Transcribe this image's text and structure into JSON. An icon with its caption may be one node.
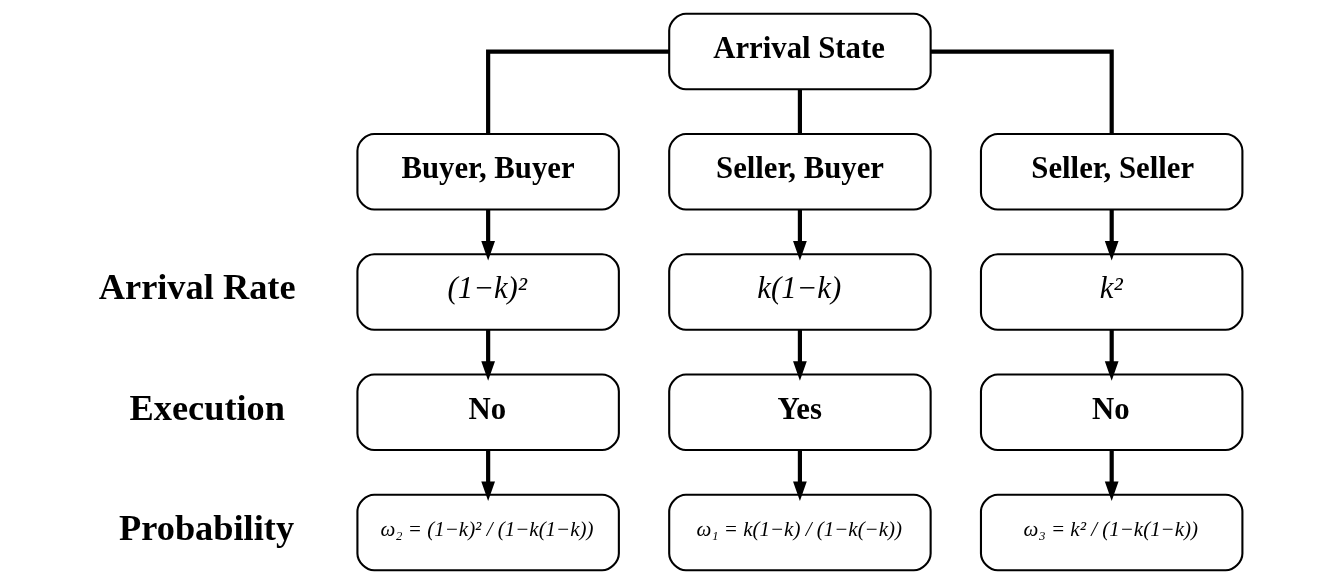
{
  "diagram": {
    "nodes": [
      {
        "text": [
          "Arrival State"
        ]
      },
      {
        "text": [
          "Buyer, Buyer"
        ]
      },
      {
        "text": [
          "Seller, Buyer"
        ]
      },
      {
        "text": [
          "Seller, Seller"
        ]
      },
      {
        "text": [
          "(1−k)²"
        ]
      },
      {
        "text": [
          "k(1−k)"
        ]
      },
      {
        "text": [
          "k²"
        ]
      },
      {
        "text": [
          "No"
        ]
      },
      {
        "text": [
          "Yes"
        ]
      },
      {
        "text": [
          "No"
        ]
      },
      {
        "text": [
          "ω₂ = (1−k)² / (1−k(1−k))"
        ]
      },
      {
        "text": [
          "ω₁ = k(1−k) / (1−k(−k))"
        ]
      },
      {
        "text": [
          "ω₃ = k² / (1−k(1−k))"
        ]
      }
    ],
    "edges": [
      {
        "from": 0,
        "to": 1,
        "arrow": "none"
      },
      {
        "from": 0,
        "to": 2,
        "arrow": "none"
      },
      {
        "from": 0,
        "to": 3,
        "arrow": "none"
      },
      {
        "from": 1,
        "to": 4,
        "arrow": "to"
      },
      {
        "from": 2,
        "to": 5,
        "arrow": "to"
      },
      {
        "from": 3,
        "to": 6,
        "arrow": "to"
      },
      {
        "from": 4,
        "to": 7,
        "arrow": "to"
      },
      {
        "from": 5,
        "to": 8,
        "arrow": "to"
      },
      {
        "from": 6,
        "to": 9,
        "arrow": "to"
      },
      {
        "from": 7,
        "to": 10,
        "arrow": "to"
      },
      {
        "from": 8,
        "to": 11,
        "arrow": "to"
      },
      {
        "from": 9,
        "to": 12,
        "arrow": "to"
      }
    ],
    "labels": [
      "Arrival Rate",
      "Execution",
      "Probability"
    ]
  }
}
